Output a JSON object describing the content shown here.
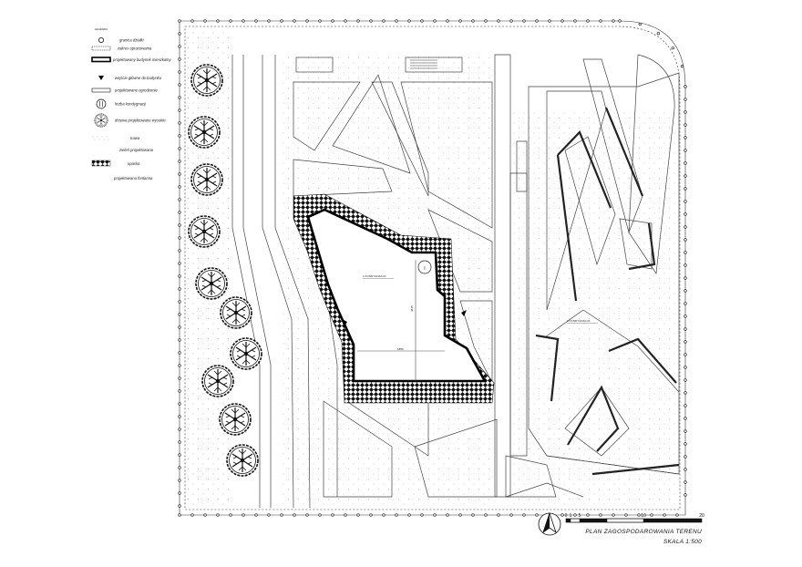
{
  "legend": {
    "heading": "LEGENDA",
    "items": [
      {
        "key": "border_marker",
        "label": "granica działki"
      },
      {
        "key": "study_area",
        "label": "zakres opracowania"
      },
      {
        "key": "building",
        "label": "projektowany budynek mieszkalny"
      },
      {
        "key": "entrance",
        "label": "wejście główne do budynku"
      },
      {
        "key": "fence",
        "label": "projektowane ogrodzenie"
      },
      {
        "key": "storeys",
        "label": "liczba kondygnacji"
      },
      {
        "key": "trees",
        "label": "drzewa projektowane wysokie"
      },
      {
        "key": "grass",
        "label": "trawa"
      },
      {
        "key": "greenery",
        "label": "zieleń projektowana"
      },
      {
        "key": "gravel",
        "label": "opaska"
      },
      {
        "key": "fountain",
        "label": "projektowana fontanna"
      }
    ]
  },
  "site": {
    "building_label": "1 KONDYGNACJA",
    "storey_mark": "I",
    "dim_vertical": "4845",
    "dim_horizontal": "1850",
    "roof_label": "1 KONDYGNACJA"
  },
  "title": {
    "line1": "PLAN ZAGOSPODAROWANIA TERENU",
    "line2": "SKALA 1:500"
  },
  "scale_bar": {
    "ticks": [
      "0",
      "1",
      "5",
      "10",
      "20"
    ]
  },
  "colors": {
    "ink": "#000000",
    "line": "#444444",
    "paper": "#ffffff"
  }
}
